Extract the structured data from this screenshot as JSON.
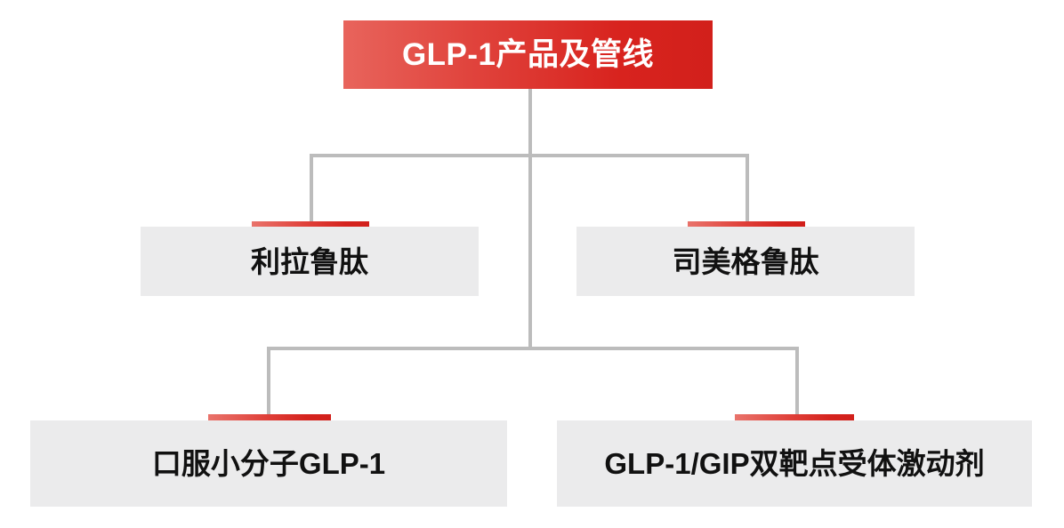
{
  "diagram": {
    "type": "tree",
    "root": {
      "id": "root",
      "label": "GLP-1产品及管线",
      "color": "#d2201b"
    },
    "levels": [
      {
        "level": 1,
        "nodes": [
          {
            "id": "liraglutide",
            "label": "利拉鲁肽",
            "accent_color": "#d2201b",
            "box_color": "#ebebec"
          },
          {
            "id": "semaglutide",
            "label": "司美格鲁肽",
            "accent_color": "#d2201b",
            "box_color": "#ebebec"
          }
        ]
      },
      {
        "level": 2,
        "nodes": [
          {
            "id": "oral_glp1",
            "label": "口服小分子GLP-1",
            "accent_color": "#d2201b",
            "box_color": "#ebebec"
          },
          {
            "id": "dual_agonist",
            "label": "GLP-1/GIP双靶点受体激动剂",
            "accent_color": "#d2201b",
            "box_color": "#ebebec"
          }
        ]
      }
    ],
    "connector_color": "#bcbcbc"
  }
}
